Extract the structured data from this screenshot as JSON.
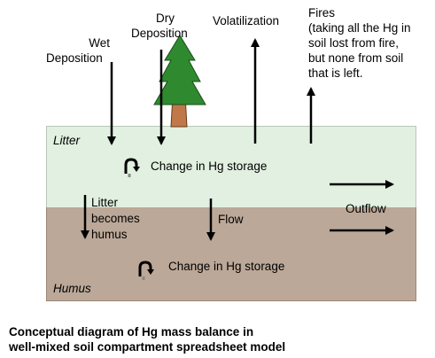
{
  "labels": {
    "wet_deposition": [
      "Wet",
      "Deposition"
    ],
    "dry_deposition": [
      "Dry",
      "Deposition"
    ],
    "volatilization": "Volatilization",
    "fires": [
      "Fires",
      "(taking all the Hg in",
      "soil lost from fire,",
      "but none from soil",
      "that is left."
    ],
    "litter": "Litter",
    "humus": "Humus",
    "change_litter": "Change in Hg storage",
    "change_humus": "Change in Hg storage",
    "litter_becomes_humus": [
      "Litter",
      "becomes",
      "humus"
    ],
    "flow": "Flow",
    "outflow": "Outflow"
  },
  "caption": [
    "Conceptual diagram of Hg mass balance in",
    "well-mixed soil compartment spreadsheet model"
  ],
  "colors": {
    "litter_fill": "#e1f0e0",
    "humus_fill": "#bca898",
    "tree_green": "#2f8a2f",
    "trunk": "#c0784a"
  },
  "icons": [
    "tree-icon",
    "cycle-arrow-icon"
  ]
}
